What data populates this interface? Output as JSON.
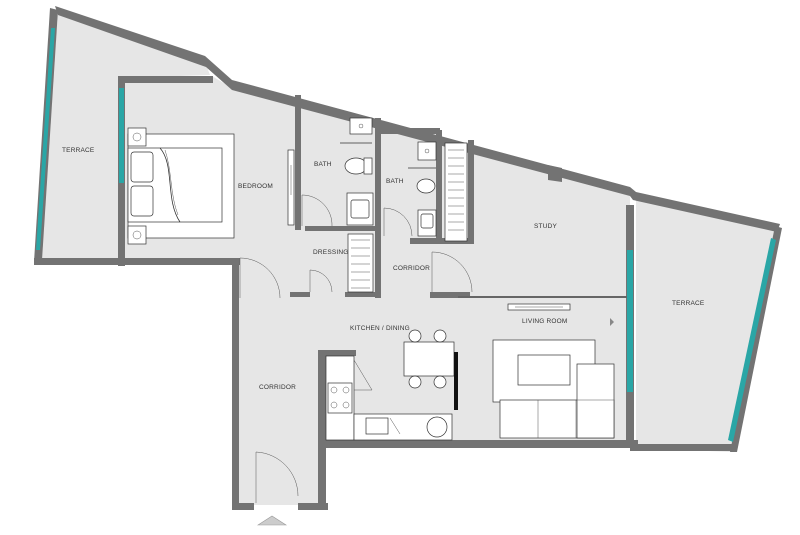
{
  "plan": {
    "rooms": [
      {
        "id": "terrace-left",
        "label": "TERRACE"
      },
      {
        "id": "bedroom",
        "label": "BEDROOM"
      },
      {
        "id": "bath-1",
        "label": "BATH"
      },
      {
        "id": "bath-2",
        "label": "BATH"
      },
      {
        "id": "study",
        "label": "STUDY"
      },
      {
        "id": "dressing",
        "label": "DRESSING"
      },
      {
        "id": "corridor-upper",
        "label": "CORRIDOR"
      },
      {
        "id": "kitchen-dining",
        "label": "KITCHEN / DINING"
      },
      {
        "id": "living-room",
        "label": "LIVING ROOM"
      },
      {
        "id": "corridor-lower",
        "label": "CORRIDOR"
      },
      {
        "id": "terrace-right",
        "label": "TERRACE"
      }
    ]
  }
}
